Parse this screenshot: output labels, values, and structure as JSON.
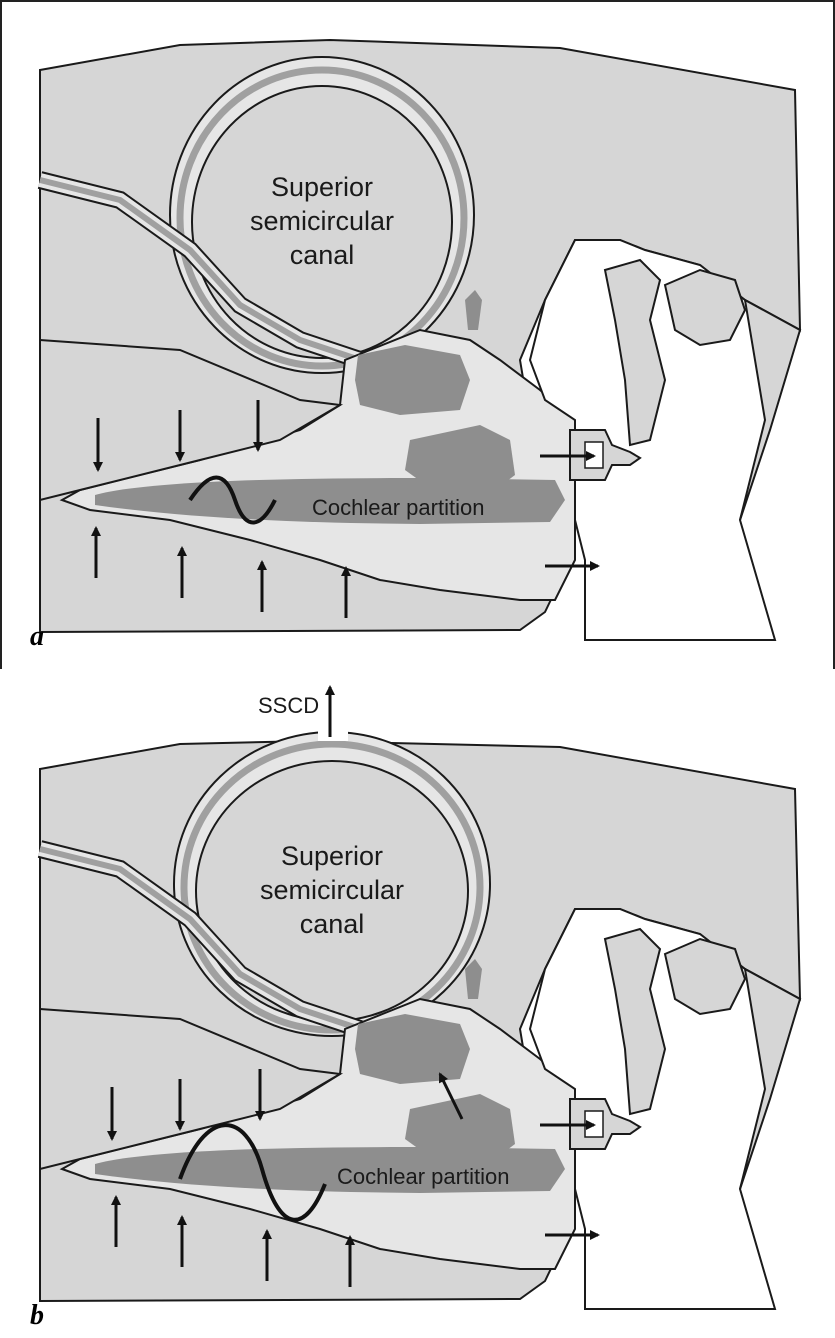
{
  "panels": [
    {
      "letter": "a",
      "canal_label": [
        "Superior",
        "semicircular",
        "canal"
      ],
      "partition_label": "Cochlear partition"
    },
    {
      "letter": "b",
      "canal_label": [
        "Superior",
        "semicircular",
        "canal"
      ],
      "partition_label": "Cochlear partition",
      "dehiscence_label": "SSCD"
    }
  ],
  "colors": {
    "bone": "#d6d6d6",
    "fluid": "#e6e6e6",
    "membrane": "#a0a0a0",
    "dark_tissue": "#8e8e8e",
    "outline": "#1a1a1a"
  }
}
